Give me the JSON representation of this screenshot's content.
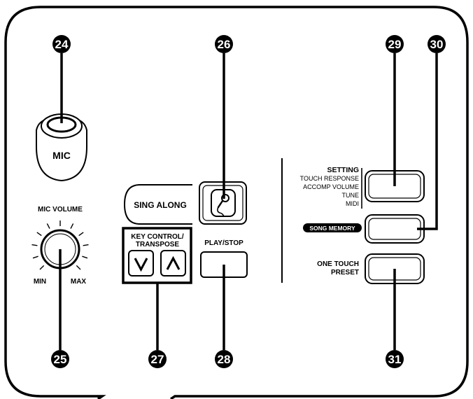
{
  "callouts": {
    "c24": "24",
    "c25": "25",
    "c26": "26",
    "c27": "27",
    "c28": "28",
    "c29": "29",
    "c30": "30",
    "c31": "31"
  },
  "mic": {
    "label": "MIC"
  },
  "mic_volume": {
    "title": "MIC VOLUME",
    "min_label": "MIN",
    "max_label": "MAX"
  },
  "sing_along": {
    "label": "SING ALONG",
    "icon": "microphone-icon"
  },
  "key_control": {
    "label_line1": "KEY CONTROL/",
    "label_line2": "TRANSPOSE",
    "down_icon": "chevron-down-icon",
    "up_icon": "chevron-up-icon"
  },
  "play_stop": {
    "label": "PLAY/STOP"
  },
  "setting": {
    "title": "SETTING",
    "items": [
      "TOUCH RESPONSE",
      "ACCOMP VOLUME",
      "TUNE",
      "MIDI"
    ]
  },
  "song_memory": {
    "label": "SONG MEMORY"
  },
  "one_touch_preset": {
    "line1": "ONE TOUCH",
    "line2": "PRESET"
  }
}
